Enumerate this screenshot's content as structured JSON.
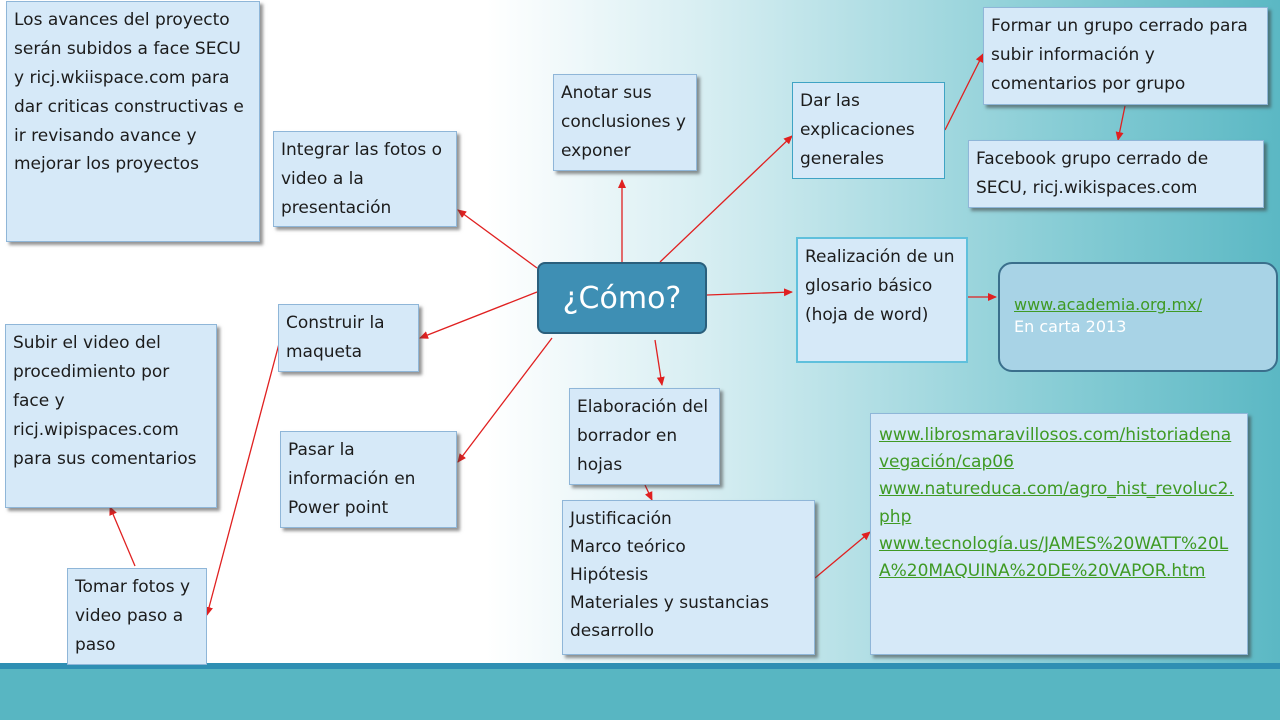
{
  "center": {
    "label": "¿Cómo?"
  },
  "boxes": {
    "avances": "Los avances del proyecto serán subidos a face SECU y ricj.wkiispace.com para dar criticas constructivas e ir revisando avance y mejorar los proyectos",
    "integrar": "Integrar las fotos o video a la presentación",
    "anotar": "Anotar sus conclusiones y  exponer",
    "dar": "Dar las explicaciones generales",
    "formar": "Formar un grupo cerrado para subir información y comentarios  por grupo",
    "facebook": "Facebook grupo cerrado de SECU,   ricj.wikispaces.com",
    "glosario": "Realización de un glosario básico\n(hoja de word)",
    "subir": "Subir el video del procedimiento por face  y ricj.wipispaces.com para sus comentarios",
    "construir": "Construir la maqueta",
    "pasar": "Pasar la información en Power point",
    "elaboracion": "Elaboración del borrador en hojas",
    "justificacion": "Justificación\nMarco teórico\nHipótesis\nMateriales y sustancias\ndesarrollo",
    "tomar": "Tomar fotos y video paso a paso"
  },
  "academia": {
    "link": "www.academia.org.mx/",
    "note": "En carta 2013"
  },
  "links": [
    "www.librosmaravillosos.com/historiadenavegación/cap06",
    "www.natureduca.com/agro_hist_revoluc2.php",
    "www.tecnología.us/JAMES%20WATT%20LA%20MAQUINA%20DE%20VAPOR.htm"
  ],
  "colors": {
    "arrow": "#e02020",
    "center": "#3e8fb4",
    "box": "#d6e9f8"
  }
}
